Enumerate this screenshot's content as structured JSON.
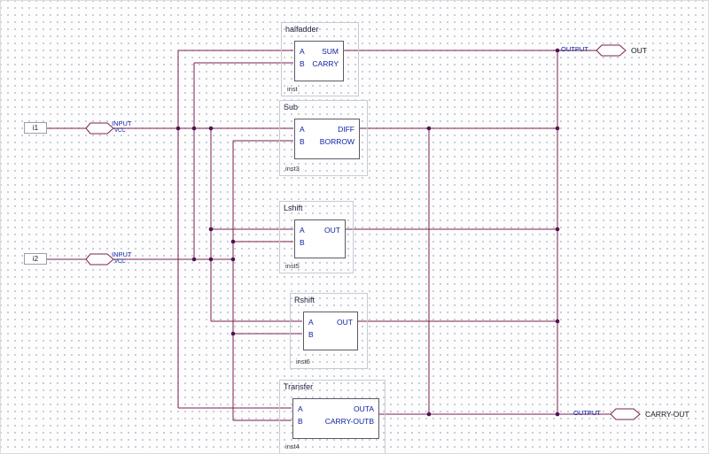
{
  "colors": {
    "wire": "#7c2150",
    "junction": "#4f1250",
    "port_text": "#0b1fa0",
    "pin_text": "#0b1fa0"
  },
  "blocks": [
    {
      "title": "halfadder",
      "inst": "inst",
      "left": [
        "A",
        "B"
      ],
      "right": [
        "SUM",
        "CARRY"
      ]
    },
    {
      "title": "Sub",
      "inst": "inst3",
      "left": [
        "A",
        "B"
      ],
      "right": [
        "DIFF",
        "BORROW"
      ]
    },
    {
      "title": "Lshift",
      "inst": "inst5",
      "left": [
        "A",
        "B"
      ],
      "right": [
        "OUT"
      ]
    },
    {
      "title": "Rshift",
      "inst": "inst6",
      "left": [
        "A",
        "B"
      ],
      "right": [
        "OUT"
      ]
    },
    {
      "title": "Transfer",
      "inst": "inst4",
      "left": [
        "A",
        "B"
      ],
      "right": [
        "OUTA",
        "CARRY-OUTB"
      ]
    }
  ],
  "pins": {
    "inputs": [
      {
        "name": "i1",
        "type_label": "INPUT",
        "vcc_label": "VCC"
      },
      {
        "name": "i2",
        "type_label": "INPUT",
        "vcc_label": "VCC"
      }
    ],
    "outputs": [
      {
        "name": "OUT",
        "type_label": "OUTPUT"
      },
      {
        "name": "CARRY-OUT",
        "type_label": "OUTPUT"
      }
    ]
  }
}
